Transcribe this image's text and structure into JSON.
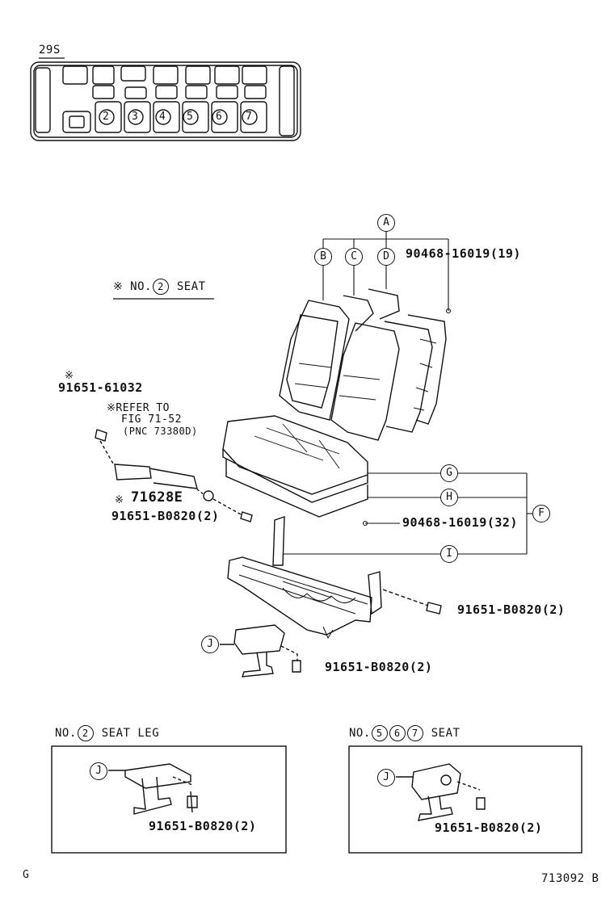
{
  "layout_code": "29S",
  "seat_map_numbers": [
    "2",
    "3",
    "4",
    "5",
    "6",
    "7"
  ],
  "callouts": {
    "A": "A",
    "B": "B",
    "C": "C",
    "D": "D",
    "F": "F",
    "G": "G",
    "H": "H",
    "I": "I",
    "J": "J"
  },
  "parts": {
    "p1": "90468-16019(19)",
    "p2": "91651-61032",
    "p3": "71628E",
    "p4": "91651-B0820(2)",
    "p5": "90468-16019(32)",
    "p6": "91651-B0820(2)",
    "p7": "91651-B0820(2)"
  },
  "notes": {
    "seat_note_prefix": "※ NO.",
    "seat_note_num": "2",
    "seat_note_suffix": " SEAT",
    "asterisk": "※",
    "asterisk2": "※",
    "refer_1": "※REFER TO",
    "refer_2": "FIG 71-52",
    "refer_3": "(PNC 73380D)"
  },
  "inset_left": {
    "prefix": "NO.",
    "num": "2",
    "suffix": " SEAT LEG",
    "callout": "J",
    "part": "91651-B0820(2)"
  },
  "inset_right": {
    "prefix": "NO.",
    "nums": [
      "5",
      "6",
      "7"
    ],
    "suffix": " SEAT",
    "callout": "J",
    "part": "91651-B0820(2)"
  },
  "footer": {
    "left": "G",
    "right": "713092 B"
  }
}
